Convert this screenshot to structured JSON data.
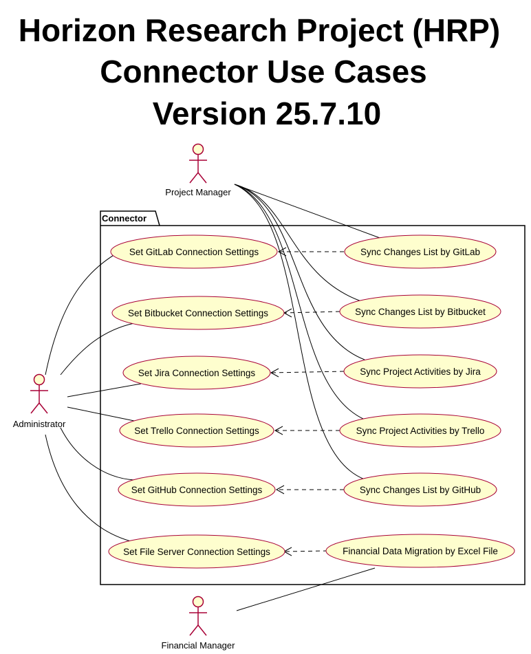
{
  "title": {
    "line1": "Horizon Research Project (HRP)",
    "line2": "Connector Use Cases",
    "line3": "Version 25.7.10"
  },
  "package": {
    "label": "Connector"
  },
  "actors": {
    "project_manager": "Project Manager",
    "administrator": "Administrator",
    "financial_manager": "Financial Manager"
  },
  "use_cases": {
    "set_gitlab": "Set GitLab Connection Settings",
    "set_bitbucket": "Set Bitbucket Connection Settings",
    "set_jira": "Set Jira Connection Settings",
    "set_trello": "Set Trello Connection Settings",
    "set_github": "Set GitHub Connection Settings",
    "set_fileserver": "Set File Server Connection Settings",
    "sync_gitlab": "Sync Changes List by GitLab",
    "sync_bitbucket": "Sync Changes List by Bitbucket",
    "sync_jira": "Sync Project Activities by Jira",
    "sync_trello": "Sync Project Activities by Trello",
    "sync_github": "Sync Changes List by GitHub",
    "financial_migration": "Financial Data Migration by Excel File"
  },
  "colors": {
    "use_case_fill": "#FEFECE",
    "use_case_border": "#A80036",
    "actor_border": "#A80036",
    "line": "#000000"
  }
}
